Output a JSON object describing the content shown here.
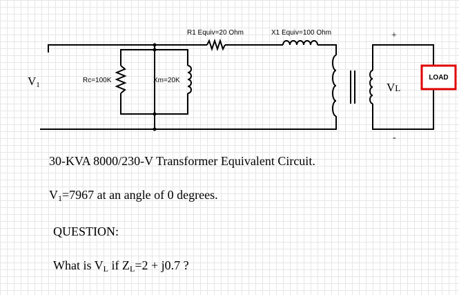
{
  "diagram": {
    "r1_label": "R1 Equiv=20 Ohm",
    "x1_label": "X1 Equiv=100 Ohm",
    "rc_label": "Rc=100K",
    "xm_label": "Xm=20K",
    "v1_main": "V",
    "v1_sub": "1",
    "vl_main": "V",
    "vl_sub": "L",
    "plus": "+",
    "minus": "-",
    "load_label": "LOAD",
    "load_color": "#e00000"
  },
  "text": {
    "title": "30-KVA  8000/230-V Transformer Equivalent Circuit.",
    "v1_prefix": "V",
    "v1_sub": "1",
    "v1_rest": "=7967 at an angle of 0 degrees.",
    "question_heading": "QUESTION:",
    "q_part1": "What is V",
    "q_sub1": "L",
    "q_part2": " if Z",
    "q_sub2": "L",
    "q_part3": "=2 + j0.7 ?"
  }
}
